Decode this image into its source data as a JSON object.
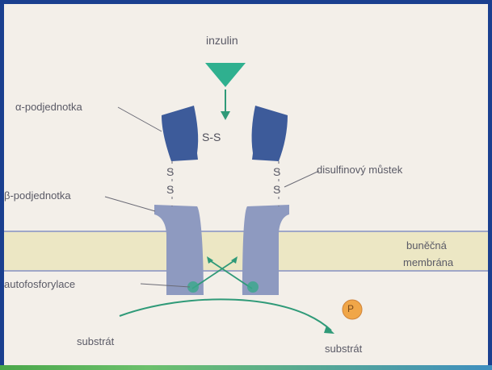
{
  "labels": {
    "insulin": "inzulin",
    "alpha_subunit": "α-podjednotka",
    "beta_subunit": "β-podjednotka",
    "disulfide_bridge": "disulfinový můstek",
    "cell_membrane_line1": "buněčná",
    "cell_membrane_line2": "membrána",
    "autophosphorylation": "autofosforylace",
    "substrate_left": "substrát",
    "substrate_right": "substrát",
    "phosphate": "P",
    "ss_horizontal": "S-S",
    "s_left_top": "S",
    "s_left_bottom": "S",
    "s_right_top": "S",
    "s_right_bottom": "S"
  },
  "colors": {
    "insulin": "#2fb08f",
    "alpha_subunit": "#3d5b9a",
    "beta_subunit": "#8e9ac0",
    "membrane": "#ece7c4",
    "membrane_edge": "#9fa7c8",
    "arrow": "#2f9a78",
    "phosphate": "#f0a648",
    "frame": "#1a3f8f"
  }
}
